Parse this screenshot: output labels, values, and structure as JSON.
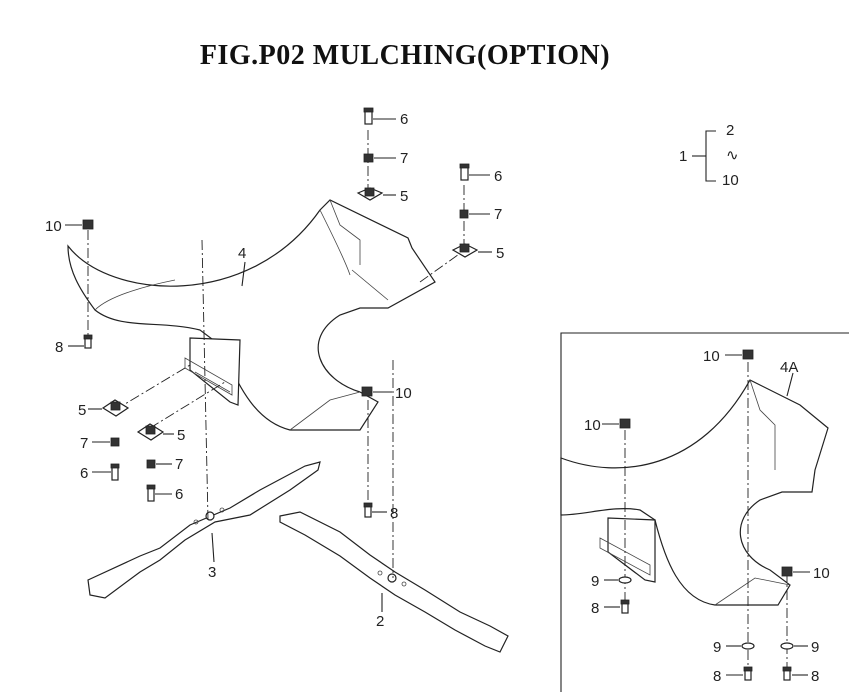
{
  "title": "FIG.P02  MULCHING(OPTION)",
  "callouts": {
    "c1": "1",
    "c2": "2",
    "c3": "3",
    "c4": "4",
    "c4a": "4A",
    "c5": "5",
    "c6": "6",
    "c7": "7",
    "c8": "8",
    "c9": "9",
    "c10": "10",
    "range": "∿"
  }
}
